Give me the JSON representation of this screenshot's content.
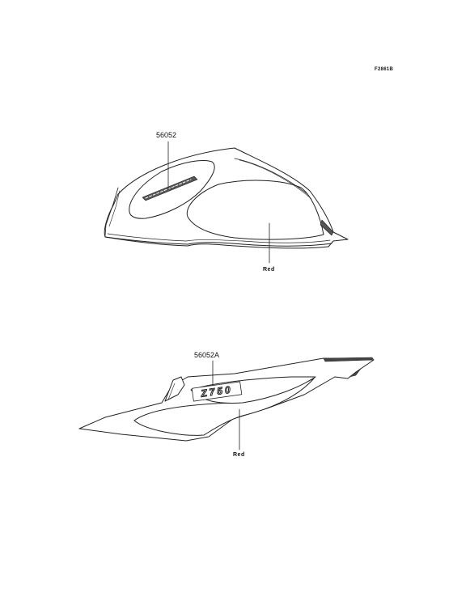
{
  "figure_code": "F2861B",
  "tank": {
    "part_number": "56052",
    "color_label": "Red"
  },
  "side_cover": {
    "part_number": "56052A",
    "color_label": "Red",
    "decal_text": "Z750"
  }
}
